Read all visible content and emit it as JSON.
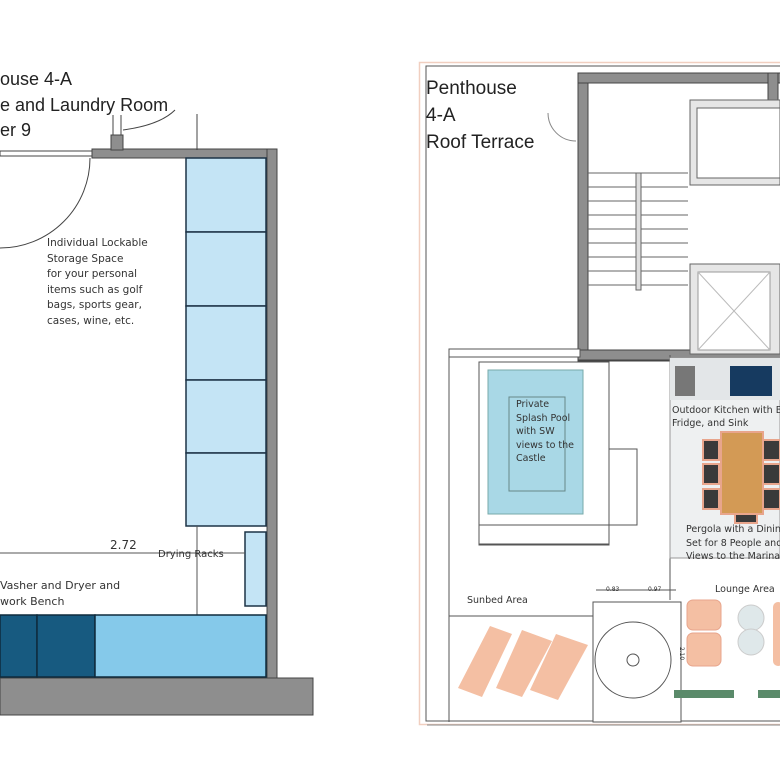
{
  "left_plan": {
    "title_lines": [
      "ouse 4-A",
      "e and Laundry Room",
      "er 9"
    ],
    "storage_note": [
      "Individual Lockable",
      "Storage Space",
      "for your personal",
      "items such as golf",
      "bags, sports gear,",
      "cases, wine, etc."
    ],
    "dimension": "2.72",
    "drying_racks": "Drying Racks",
    "washer_note": [
      "Vasher and Dryer and",
      "work Bench"
    ],
    "colors": {
      "storage": "#c4e4f5",
      "bench": "#85c9ea",
      "appliance": "#175a80",
      "wall": "#8e8e8e"
    }
  },
  "right_plan": {
    "title_lines": [
      "Penthouse",
      "4-A",
      "Roof Terrace"
    ],
    "pool_note": [
      "Private",
      "Splash Pool",
      "with SW",
      "views to the",
      "Castle"
    ],
    "kitchen_note": [
      "Outdoor Kitchen with B",
      "Fridge, and Sink"
    ],
    "pergola_note": [
      "Pergola with a Dinin",
      "Set for 8 People and",
      "Views to the Marina"
    ],
    "sunbed_label": "Sunbed Area",
    "lounge_label": "Lounge Area",
    "dimensions": [
      "0.83",
      "0.97",
      "2.10"
    ],
    "colors": {
      "pool": "#a9d8e6",
      "furniture": "#f4bfa3",
      "table": "#d39a55",
      "chair": "#3a3a3a",
      "border": "#f1cfc0"
    }
  }
}
